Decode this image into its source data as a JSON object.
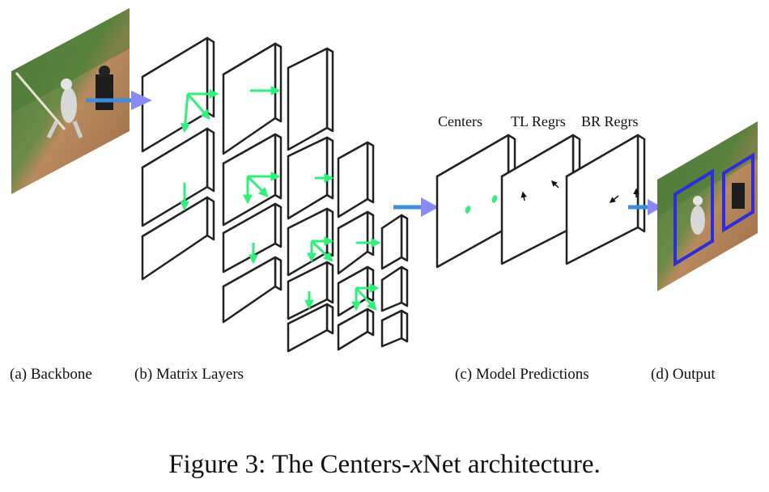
{
  "labels": {
    "backbone": "(a) Backbone",
    "matrix_layers": "(b) Matrix Layers",
    "model_predictions": "(c) Model Predictions",
    "output": "(d) Output"
  },
  "heads": {
    "centers": "Centers",
    "tl": "TL Regrs",
    "br": "BR Regrs"
  },
  "caption": {
    "prefix": "Figure 3: The Centers-",
    "var": "x",
    "suffix": "Net architecture."
  },
  "colors": {
    "arrow_flow": "#3d8ce0",
    "arrow_head": "#8a8af5",
    "green": "#2ef07a",
    "bbox": "#2d2ddc",
    "outline": "#222222"
  }
}
